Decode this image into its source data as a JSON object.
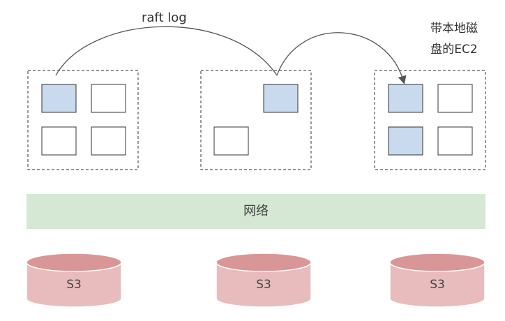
{
  "diagram": {
    "arrow_label": "raft log",
    "ec2_label_line1": "带本地磁",
    "ec2_label_line2": "盘的EC2",
    "network_label": "网络",
    "storage_labels": [
      "S3",
      "S3",
      "S3"
    ],
    "colors": {
      "node_border": "#555555",
      "box_border": "#333333",
      "box_filled": "#c8daee",
      "box_empty": "#ffffff",
      "network_bg": "#d5e8d4",
      "s3_body": "#e8bcbc",
      "s3_top": "#d99696",
      "s3_border": "#ffffff",
      "arrow": "#555555"
    }
  }
}
